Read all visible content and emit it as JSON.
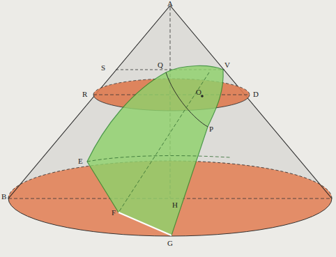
{
  "diagram": {
    "labels": [
      "A",
      "S",
      "Q",
      "V",
      "R",
      "O",
      "D",
      "P",
      "E",
      "F",
      "G",
      "B",
      "H"
    ]
  }
}
